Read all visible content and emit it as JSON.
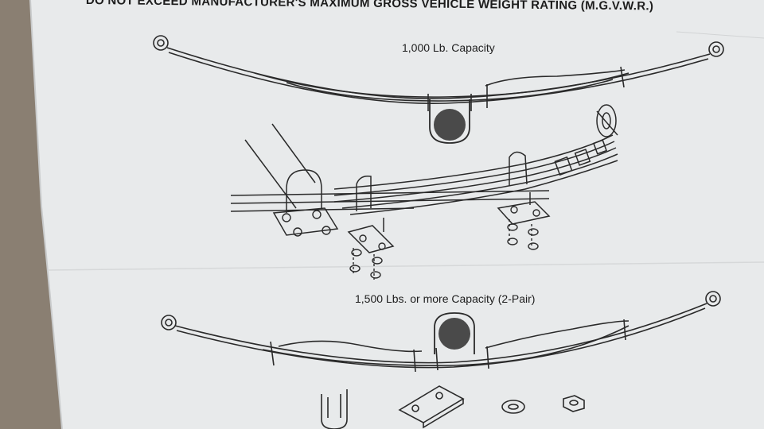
{
  "document": {
    "warning": "DO NOT EXCEED MANUFACTURER'S MAXIMUM GROSS VEHICLE WEIGHT RATING (M.G.V.W.R.)",
    "caption_single": "1,000 Lb. Capacity",
    "caption_pair": "1,500 Lbs. or more Capacity (2-Pair)"
  },
  "colors": {
    "paper": "#e9ebec",
    "ink": "#2a2a2a",
    "axle": "#4a4a4a",
    "background": "#8a7f72"
  },
  "icons": [
    "u-bolt-icon",
    "tie-plate-icon",
    "lock-washer-icon",
    "hex-nut-icon"
  ]
}
